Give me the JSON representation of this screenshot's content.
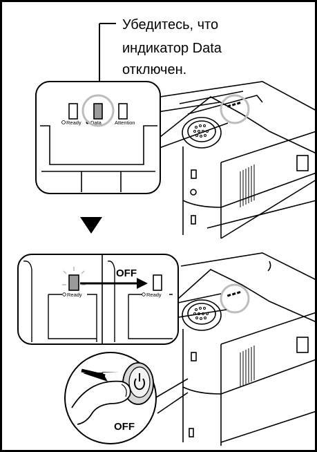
{
  "callout": {
    "line1": "Убедитесь, что",
    "line2": "индикатор Data",
    "line3": "отключен."
  },
  "top_panel": {
    "ready_label": "Ready",
    "data_label": "Data",
    "attention_label": "Attention"
  },
  "bottom_panel": {
    "ready_label_left": "Ready",
    "ready_label_right": "Ready",
    "off_arrow_label": "OFF"
  },
  "power_button": {
    "off_label": "OFF"
  },
  "colors": {
    "line": "#000000",
    "highlight": "#bdbdbd",
    "panel_fill": "#ffffff",
    "indicator_lit": "#9a9a9a"
  }
}
